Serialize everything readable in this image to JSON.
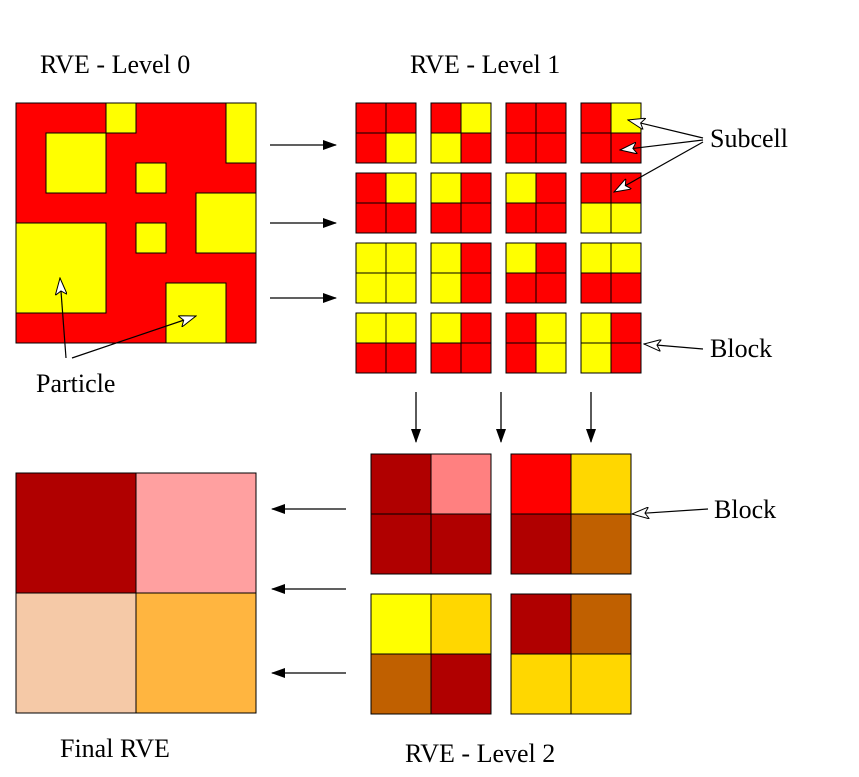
{
  "labels": {
    "level0": "RVE - Level 0",
    "level1": "RVE - Level 1",
    "level2": "RVE - Level 2",
    "final": "Final RVE",
    "particle": "Particle",
    "subcell": "Subcell",
    "block_level1": "Block",
    "block_level2": "Block"
  },
  "colors": {
    "matrix": "#ff0000",
    "particle": "#ffff00",
    "dark_red": "#b00000",
    "pink": "#ff8080",
    "gold": "#ffd700",
    "brown": "#c06000",
    "light_pink": "#ffa0a0",
    "peach": "#f5c9a7",
    "orange": "#ffb540",
    "outline": "#000000"
  },
  "level1_blocks": [
    [
      "RRRY",
      "RYYR",
      "RRRR",
      "RYRR"
    ],
    [
      "RYRR",
      "YRRR",
      "YRRR",
      "RRYY"
    ],
    [
      "YYYY",
      "YRYR",
      "YRRR",
      "YYRR"
    ],
    [
      "YYRR",
      "YRRR",
      "RYRY",
      "YRYR"
    ]
  ],
  "level2_blocks": [
    [
      "dark_red",
      "pink",
      "dark_red",
      "dark_red"
    ],
    [
      "matrix",
      "gold",
      "dark_red",
      "brown"
    ],
    [
      "particle",
      "gold",
      "brown",
      "dark_red"
    ],
    [
      "dark_red",
      "brown",
      "gold",
      "gold"
    ]
  ],
  "final_rve": [
    "dark_red",
    "light_pink",
    "peach",
    "orange"
  ]
}
